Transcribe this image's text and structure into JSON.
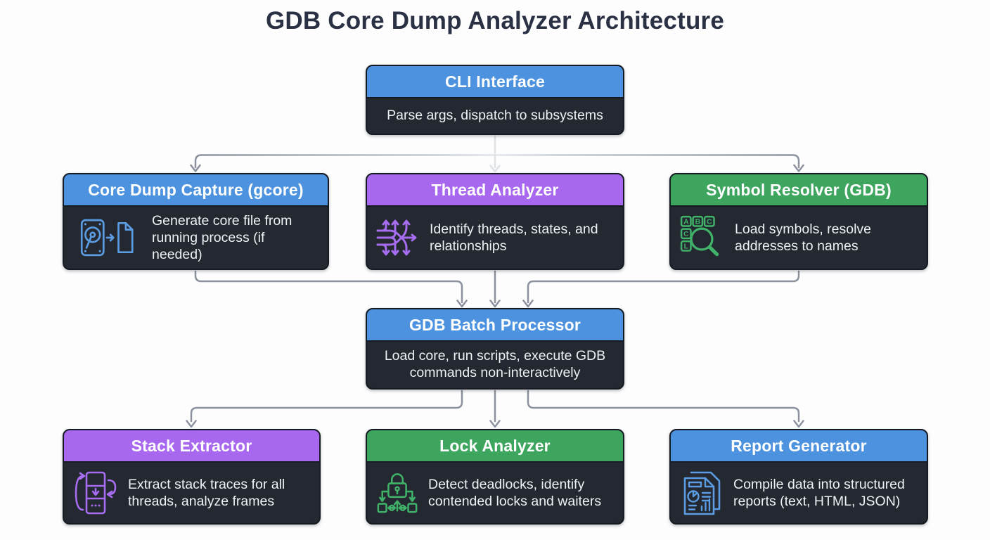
{
  "title": "GDB Core Dump Analyzer Architecture",
  "colors": {
    "accent_blue": "#4c92de",
    "accent_purple": "#a768ef",
    "accent_green": "#3da55e",
    "node_body_bg": "#232831",
    "node_border": "#161b23",
    "header_text": "#ffffff",
    "body_text": "#eef1f4",
    "title_text": "#2b3144",
    "connector": "#8b929d",
    "connector_faded": "#dde2e7",
    "icon_blue": "#5b9ce2",
    "icon_purple": "#a76df0",
    "icon_green": "#41b269",
    "background": "#fdfdfe"
  },
  "nodes": [
    {
      "id": "cli-interface",
      "title": "CLI Interface",
      "desc": "Parse args, dispatch to subsystems",
      "accent": "blue",
      "icon": null
    },
    {
      "id": "core-dump-capture",
      "title": "Core Dump Capture (gcore)",
      "desc": "Generate core file from running process (if needed)",
      "accent": "blue",
      "icon": "disk-to-file-icon"
    },
    {
      "id": "thread-analyzer",
      "title": "Thread Analyzer",
      "desc": "Identify threads, states, and relationships",
      "accent": "purple",
      "icon": "branching-arrows-icon"
    },
    {
      "id": "symbol-resolver",
      "title": "Symbol Resolver (GDB)",
      "desc": "Load symbols, resolve addresses to names",
      "accent": "green",
      "icon": "letters-magnifier-icon"
    },
    {
      "id": "gdb-batch-processor",
      "title": "GDB Batch Processor",
      "desc": "Load core, run scripts, execute GDB commands non-interactively",
      "accent": "blue",
      "icon": null
    },
    {
      "id": "stack-extractor",
      "title": "Stack Extractor",
      "desc": "Extract stack traces for all threads, analyze frames",
      "accent": "purple",
      "icon": "stack-frames-icon"
    },
    {
      "id": "lock-analyzer",
      "title": "Lock Analyzer",
      "desc": "Detect deadlocks, identify contended locks and waiters",
      "accent": "green",
      "icon": "padlock-graph-icon"
    },
    {
      "id": "report-generator",
      "title": "Report Generator",
      "desc": "Compile data into structured reports (text, HTML, JSON)",
      "accent": "blue",
      "icon": "report-document-icon"
    }
  ],
  "edges": [
    "cli-interface -> core-dump-capture",
    "cli-interface -> thread-analyzer",
    "cli-interface -> symbol-resolver",
    "core-dump-capture -> gdb-batch-processor",
    "thread-analyzer -> gdb-batch-processor",
    "symbol-resolver -> gdb-batch-processor",
    "gdb-batch-processor -> stack-extractor",
    "gdb-batch-processor -> lock-analyzer",
    "gdb-batch-processor -> report-generator"
  ]
}
